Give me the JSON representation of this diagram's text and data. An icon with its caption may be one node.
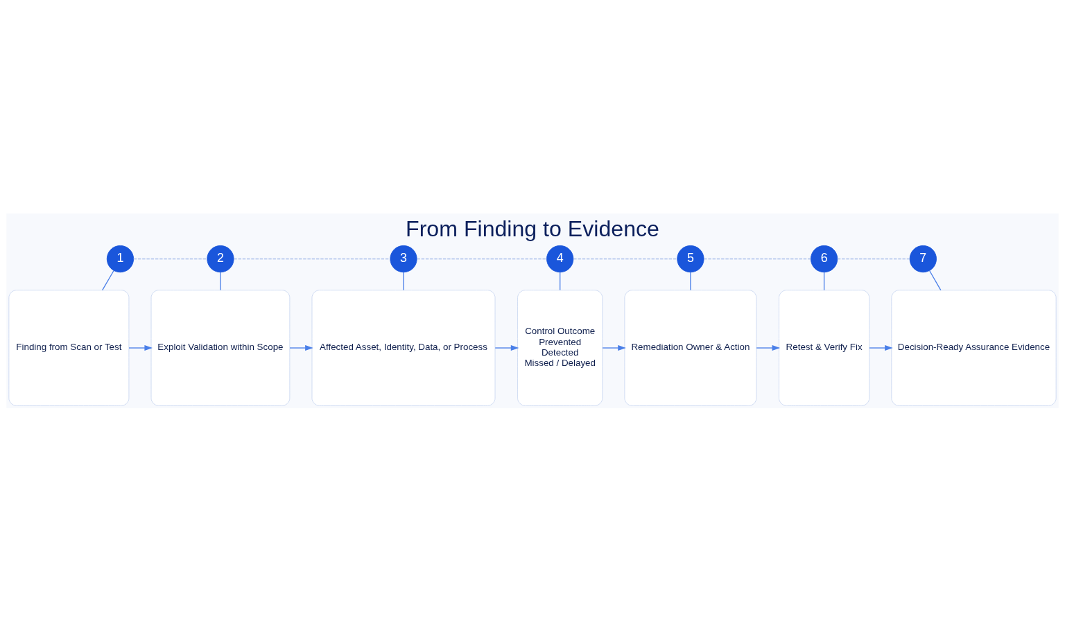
{
  "diagram": {
    "title": "From Finding to Evidence",
    "nodes": [
      {
        "text": [
          "1"
        ]
      },
      {
        "text": [
          "2"
        ]
      },
      {
        "text": [
          "3"
        ]
      },
      {
        "text": [
          "4"
        ]
      },
      {
        "text": [
          "5"
        ]
      },
      {
        "text": [
          "6"
        ]
      },
      {
        "text": [
          "7"
        ]
      },
      {
        "text": [
          "Finding from Scan or Test"
        ]
      },
      {
        "text": [
          "Exploit Validation within Scope"
        ]
      },
      {
        "text": [
          "Affected Asset, Identity, Data, or Process"
        ]
      },
      {
        "text": [
          "Control Outcome",
          "Prevented",
          "Detected",
          "Missed / Delayed"
        ]
      },
      {
        "text": [
          "Remediation Owner & Action"
        ]
      },
      {
        "text": [
          "Retest & Verify Fix"
        ]
      },
      {
        "text": [
          "Decision-Ready Assurance Evidence"
        ]
      }
    ],
    "edges": [
      {
        "from": 0,
        "to": 1,
        "arrow": "none",
        "style": "dashed",
        "color": "#9db5e8"
      },
      {
        "from": 1,
        "to": 2,
        "arrow": "none",
        "style": "dashed",
        "color": "#9db5e8"
      },
      {
        "from": 2,
        "to": 3,
        "arrow": "none",
        "style": "dashed",
        "color": "#9db5e8"
      },
      {
        "from": 3,
        "to": 4,
        "arrow": "none",
        "style": "dashed",
        "color": "#9db5e8"
      },
      {
        "from": 4,
        "to": 5,
        "arrow": "none",
        "style": "dashed",
        "color": "#9db5e8"
      },
      {
        "from": 5,
        "to": 6,
        "arrow": "none",
        "style": "dashed",
        "color": "#9db5e8"
      },
      {
        "from": 0,
        "to": 7,
        "arrow": "none"
      },
      {
        "from": 1,
        "to": 8,
        "arrow": "none"
      },
      {
        "from": 2,
        "to": 9,
        "arrow": "none"
      },
      {
        "from": 3,
        "to": 10,
        "arrow": "none"
      },
      {
        "from": 4,
        "to": 11,
        "arrow": "none"
      },
      {
        "from": 5,
        "to": 12,
        "arrow": "none"
      },
      {
        "from": 6,
        "to": 13,
        "arrow": "none"
      },
      {
        "from": 7,
        "to": 8,
        "arrow": "to"
      },
      {
        "from": 8,
        "to": 9,
        "arrow": "to"
      },
      {
        "from": 9,
        "to": 10,
        "arrow": "to"
      },
      {
        "from": 10,
        "to": 11,
        "arrow": "to"
      },
      {
        "from": 11,
        "to": 12,
        "arrow": "to"
      },
      {
        "from": 12,
        "to": 13,
        "arrow": "to"
      }
    ]
  }
}
